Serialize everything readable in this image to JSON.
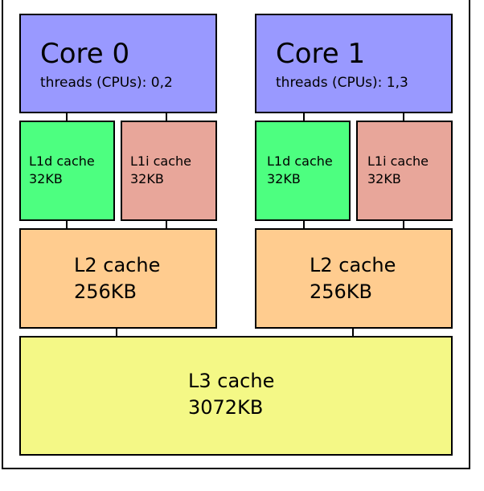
{
  "cores": [
    {
      "title": "Core 0",
      "threads": "threads (CPUs): 0,2"
    },
    {
      "title": "Core 1",
      "threads": "threads (CPUs): 1,3"
    }
  ],
  "l1": [
    {
      "data_name": "L1d cache",
      "data_size": "32KB",
      "inst_name": "L1i cache",
      "inst_size": "32KB"
    },
    {
      "data_name": "L1d cache",
      "data_size": "32KB",
      "inst_name": "L1i cache",
      "inst_size": "32KB"
    }
  ],
  "l2": [
    {
      "name": "L2 cache",
      "size": "256KB"
    },
    {
      "name": "L2 cache",
      "size": "256KB"
    }
  ],
  "l3": {
    "name": "L3 cache",
    "size": "3072KB"
  },
  "colors": {
    "core": "#9999ff",
    "l1d": "#4dff80",
    "l1i": "#e8a69a",
    "l2": "#ffcc8f",
    "l3": "#f4f886"
  }
}
